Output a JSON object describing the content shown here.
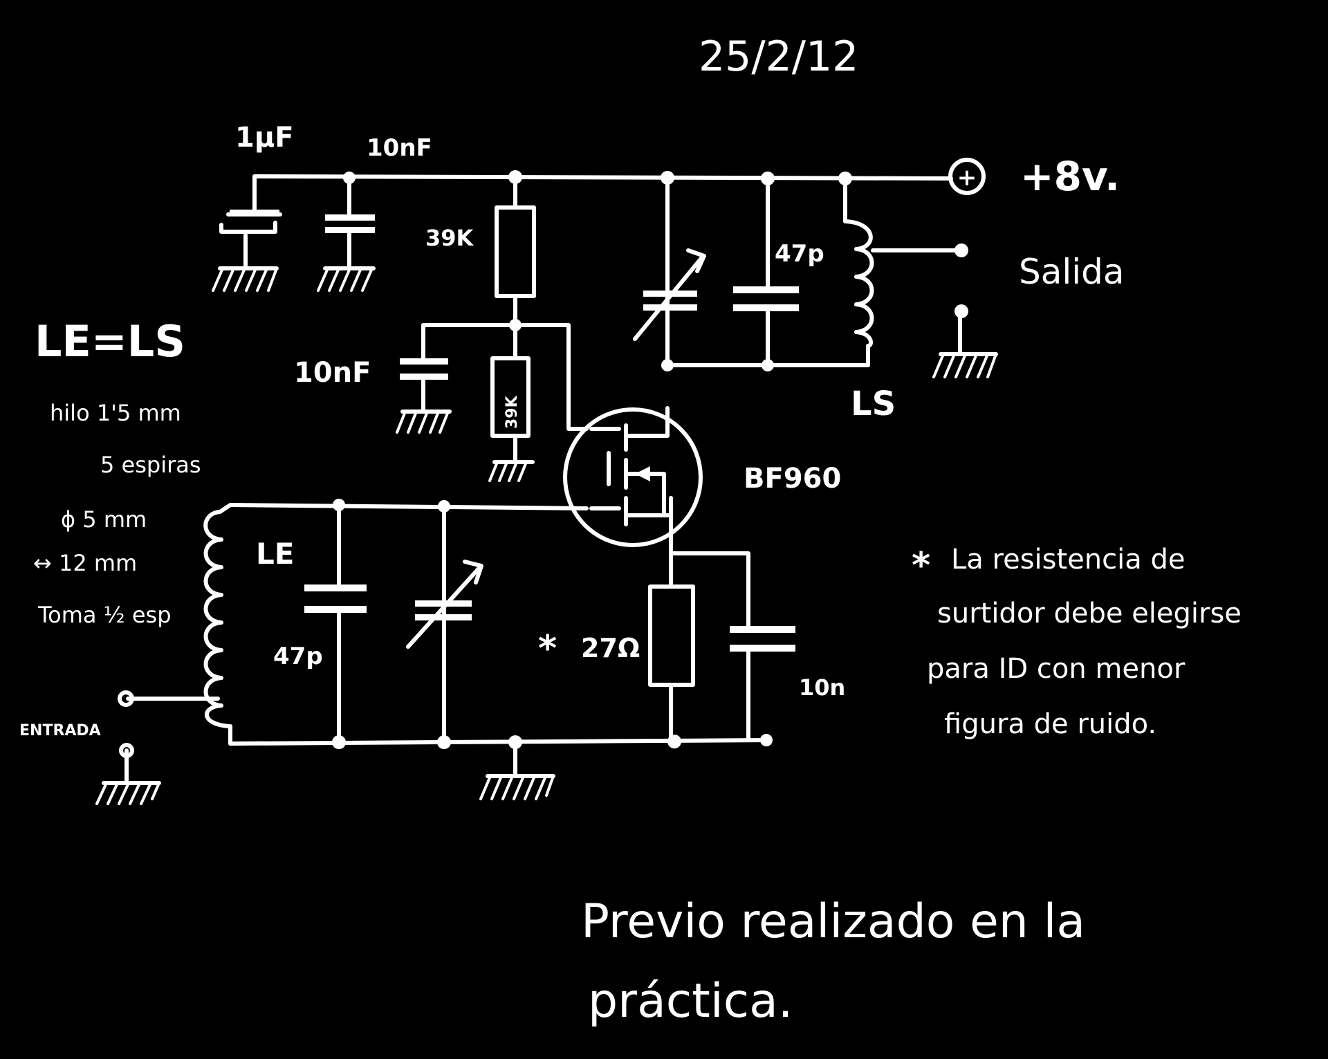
{
  "date": "25/2/12",
  "supply": {
    "symbol": "+",
    "label": "+8v."
  },
  "output_label": "Salida",
  "input_label": "ENTRADA",
  "components": {
    "c_bulk": "1µF",
    "c_decouple_top": "10nF",
    "r_bias_top": "39K",
    "c_bias": "10nF",
    "r_bias_bottom": "39K",
    "c_out_tank": "47p",
    "l_out": "LS",
    "transistor": "BF960",
    "l_in": "LE",
    "c_in_tank": "47p",
    "r_source": "27Ω",
    "c_source": "10n"
  },
  "coil_notes": [
    "LE=LS",
    "hilo 1'5 mm",
    "5 espiras",
    "ϕ 5 mm",
    "↔ 12 mm",
    "Toma ½ esp"
  ],
  "source_note": {
    "marker": "*",
    "lines": [
      "La resistencia de",
      "surtidor debe elegirse",
      "para ID con menor",
      "figura de ruido."
    ]
  },
  "footer": [
    "Previo realizado en la",
    "práctica."
  ]
}
